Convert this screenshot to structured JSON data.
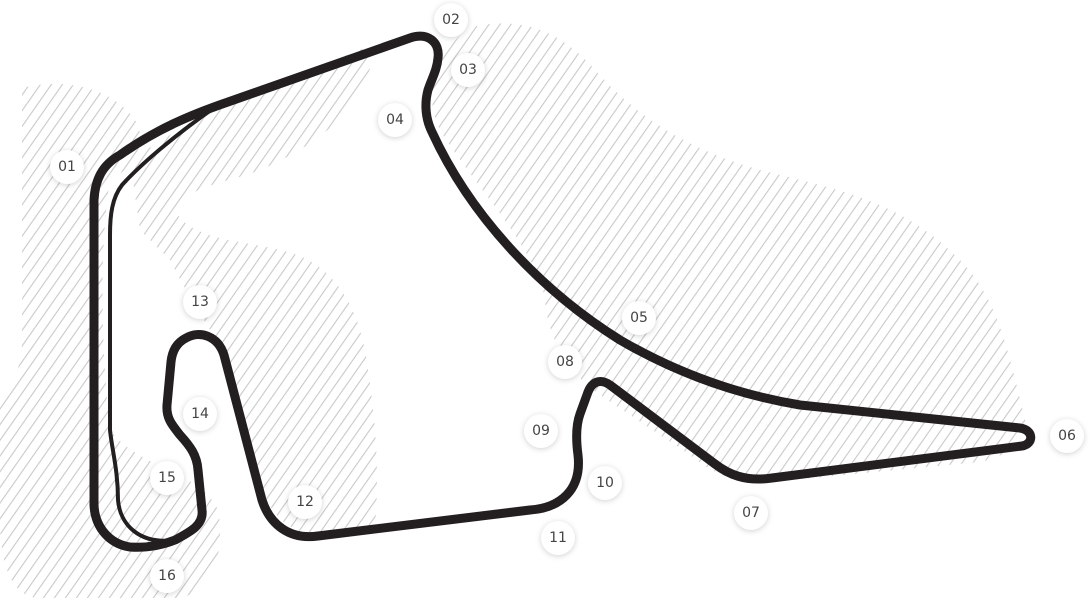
{
  "colors": {
    "track": "#231f20",
    "hatch": "#c9c9c9",
    "badge_bg": "#ffffff",
    "badge_text": "#444444"
  },
  "turns": [
    "01",
    "02",
    "03",
    "04",
    "05",
    "06",
    "07",
    "08",
    "09",
    "10",
    "11",
    "12",
    "13",
    "14",
    "15",
    "16"
  ]
}
